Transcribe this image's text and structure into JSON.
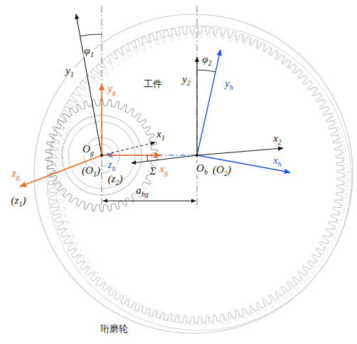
{
  "diagram": {
    "labels": [
      "φ1",
      "y1",
      "yg",
      "工件",
      "y2",
      "φ2",
      "yh",
      "x1",
      "Og",
      "(O1)",
      "zh",
      "xg",
      "x2",
      "zg",
      "(z1)",
      "(z2)",
      "Σ",
      "Oh",
      "(O2)",
      "xh",
      "ahg",
      "珩磨轮"
    ]
  }
}
